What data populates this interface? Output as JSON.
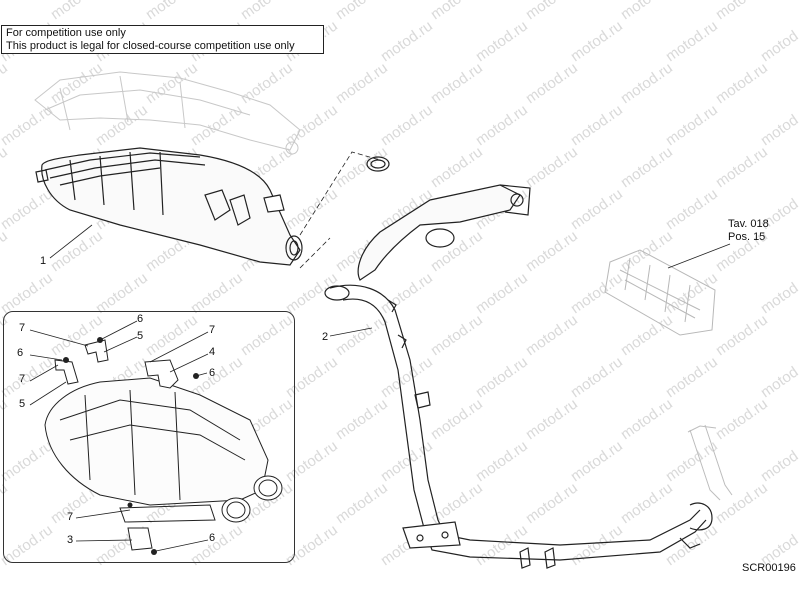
{
  "notice": {
    "line1": "For competition use only",
    "line2": "This product is legal for closed-course competition use only"
  },
  "reference": {
    "table": "Tav. 018",
    "position": "Pos. 15"
  },
  "watermark": "motod.ru",
  "drawing_code": "SCR00196",
  "callouts": {
    "main_1": "1",
    "main_2": "2",
    "inset_7a": "7",
    "inset_6a": "6",
    "inset_5a": "5",
    "inset_6b": "6",
    "inset_7b": "7",
    "inset_7c": "7",
    "inset_4": "4",
    "inset_6c": "6",
    "inset_5b": "5",
    "inset_7d": "7",
    "inset_3": "3",
    "inset_6d": "6"
  }
}
